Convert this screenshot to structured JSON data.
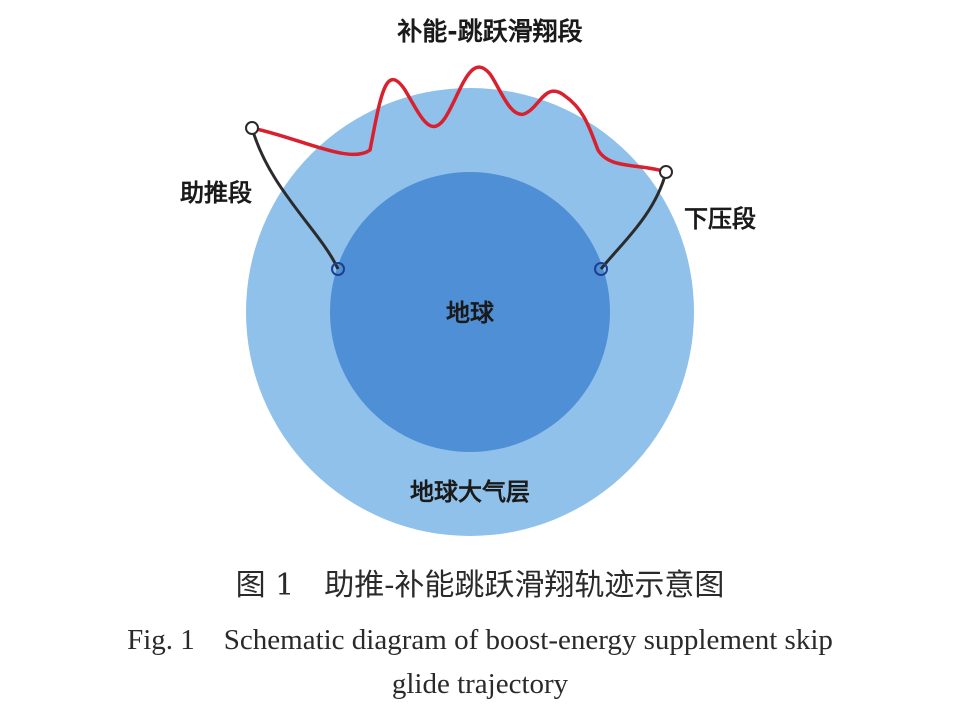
{
  "diagram": {
    "labels": {
      "skip_glide": "补能-跳跃滑翔段",
      "boost": "助推段",
      "dive": "下压段",
      "earth": "地球",
      "atmosphere": "地球大气层"
    },
    "colors": {
      "atmosphere": "#8fc1ea",
      "earth": "#4f8fd6",
      "skip_trajectory": "#d9202e",
      "boost_dive_trajectory": "#2b2b2b"
    }
  },
  "caption": {
    "zh": "图 1　助推-补能跳跃滑翔轨迹示意图",
    "en_line1": "Fig. 1　Schematic diagram of boost-energy supplement skip",
    "en_line2": "glide trajectory"
  }
}
